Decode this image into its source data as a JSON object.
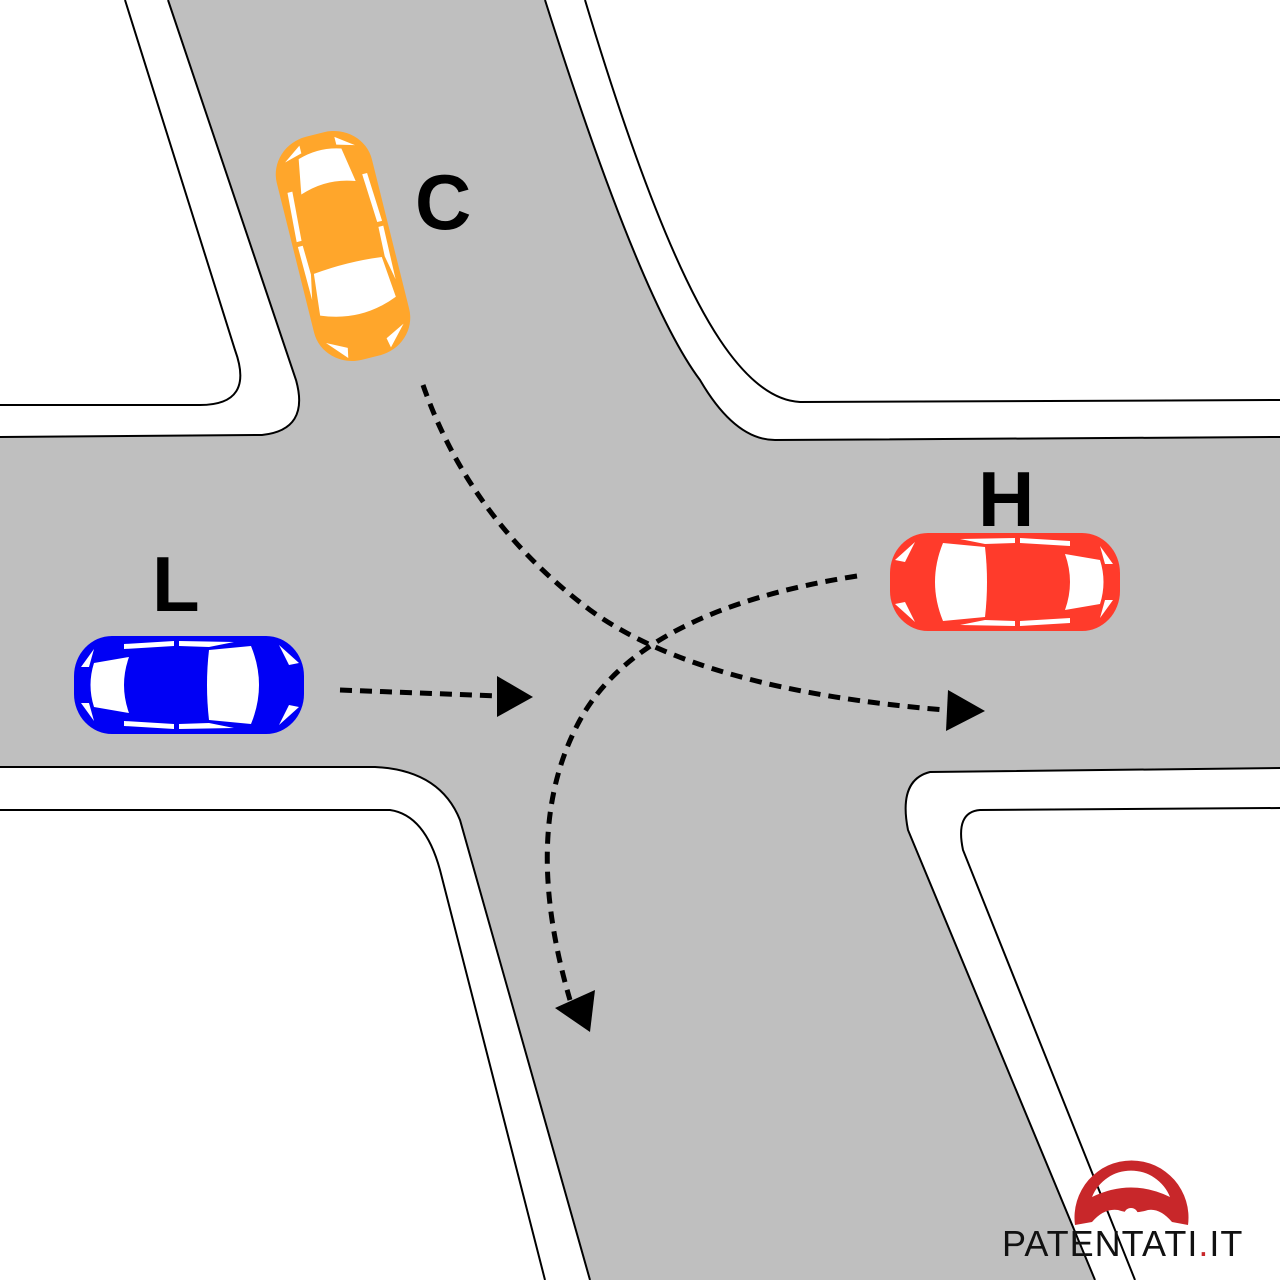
{
  "labels": {
    "car_c": "C",
    "car_l": "L",
    "car_h": "H"
  },
  "cars": [
    {
      "id": "C",
      "color": "#FFA62B"
    },
    {
      "id": "L",
      "color": "#0000F5"
    },
    {
      "id": "H",
      "color": "#FF3B2B"
    }
  ],
  "logo": {
    "name": "PATENTATI",
    "dot": ".",
    "tld": "IT",
    "color": "#C8272A"
  },
  "colors": {
    "road": "#BFBFBF",
    "sidewalk": "#FFFFFF"
  }
}
